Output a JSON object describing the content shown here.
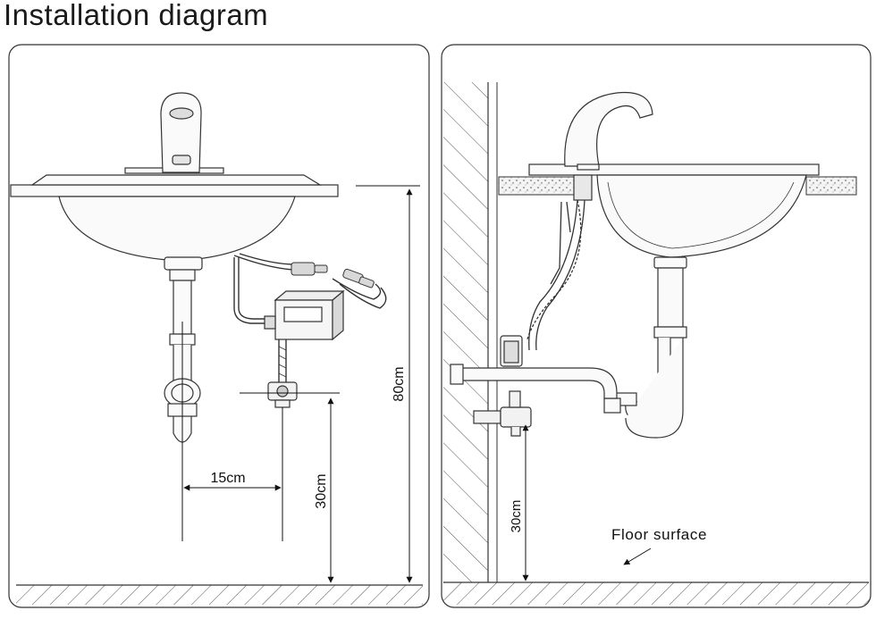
{
  "title": "Installation diagram",
  "front_view": {
    "dim_height_total": "80cm",
    "dim_horizontal_offset": "15cm",
    "dim_valve_height": "30cm"
  },
  "side_view": {
    "dim_valve_height": "30cm",
    "floor_label": "Floor surface"
  }
}
